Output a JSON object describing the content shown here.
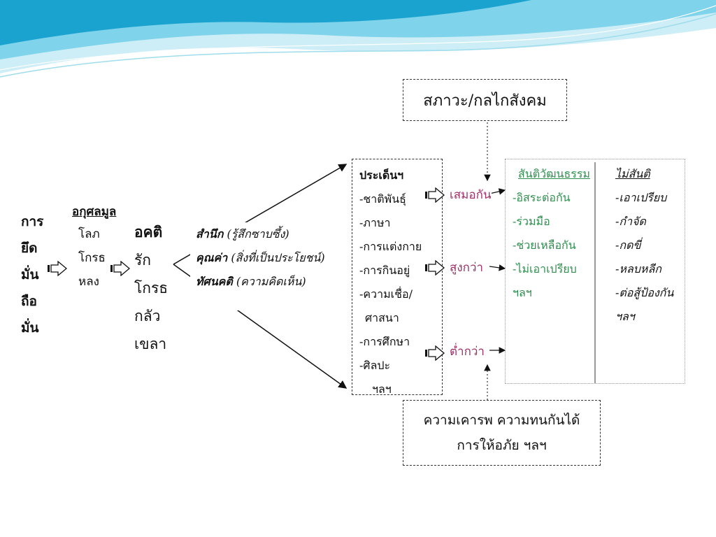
{
  "colors": {
    "wave_light": "#cdeef6",
    "wave_mid": "#7fd3ea",
    "wave_dark": "#1aa3cf",
    "magenta": "#a0306a",
    "green": "#2f8f4f"
  },
  "left_stack": [
    "การ",
    "ยึด",
    "มั่น",
    "ถือ",
    "มั่น"
  ],
  "akusala": {
    "title": "อกุศลมูล",
    "items": [
      "โลภ",
      "โกรธ",
      "หลง"
    ]
  },
  "agati": {
    "title": "อคติ",
    "items": [
      "รัก",
      "โกรธ",
      "กลัว",
      "เขลา"
    ]
  },
  "awareness": {
    "lines": [
      {
        "label": "สำนึก",
        "note": "(รู้สึกซาบซึ้ง)"
      },
      {
        "label": "คุณค่า",
        "note": "(สิ่งที่เป็นประโยชน์)"
      },
      {
        "label": "ทัศนคติ",
        "note": "(ความคิดเห็น)"
      }
    ]
  },
  "issues": {
    "title": "ประเด็นฯ",
    "items": [
      "-ชาติพันธุ์",
      "-ภาษา",
      "-การแต่งกาย",
      "-การกินอยู่",
      "-ความเชื่อ/",
      " ศาสนา",
      "-การศึกษา",
      "-ศิลปะ",
      "   ฯลฯ"
    ]
  },
  "relations": [
    "เสมอกัน",
    "สูงกว่า",
    "ต่ำกว่า"
  ],
  "peace": {
    "title": "สันติวัฒนธรรม",
    "items": [
      "-อิสระต่อกัน",
      "-ร่วมมือ",
      "-ช่วยเหลือกัน",
      "-ไม่เอาเปรียบ",
      "ฯลฯ"
    ]
  },
  "nonpeace": {
    "title": "ไม่สันติ",
    "items": [
      "-เอาเปรียบ",
      "-กำจัด",
      "-กดขี่",
      "-หลบหลีก",
      "-ต่อสู้ป้องกัน",
      "ฯลฯ"
    ]
  },
  "top_box": "สภาวะ/กลไกสังคม",
  "bottom_box": {
    "line1": "ความเคารพ ความทนกันได้",
    "line2": "การให้อภัย ฯลฯ"
  }
}
